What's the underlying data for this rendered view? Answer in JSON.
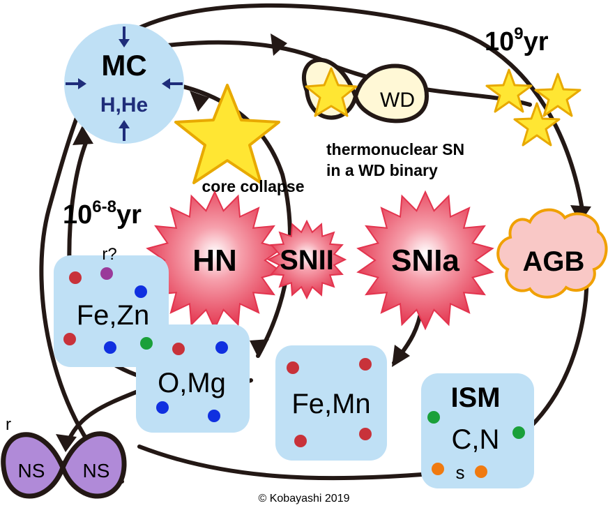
{
  "mc": {
    "title": "MC",
    "elements": "H,He"
  },
  "timescales": {
    "short_base": "10",
    "short_exp": "6-8",
    "short_unit": "yr",
    "long_base": "10",
    "long_exp": "9",
    "long_unit": "yr"
  },
  "labels": {
    "core_collapse": "core collapse",
    "thermo_line1": "thermonuclear SN",
    "thermo_line2": "in a WD binary",
    "wd": "WD"
  },
  "explosions": {
    "hn": "HN",
    "snii": "SNII",
    "snia": "SNIa",
    "agb": "AGB"
  },
  "boxes": {
    "fezn": {
      "text": "Fe,Zn",
      "note": "r?"
    },
    "omg": {
      "text": "O,Mg"
    },
    "femn": {
      "text": "Fe,Mn"
    },
    "ism": {
      "title": "ISM",
      "text": "C,N",
      "note": "s"
    }
  },
  "ns": {
    "left": "NS",
    "right": "NS",
    "note": "r"
  },
  "credit": "© Kobayashi 2019",
  "colors": {
    "box_fill": "#bfe0f5",
    "mc_fill": "#bfe0f5",
    "mc_text": "#1f2d7a",
    "star_fill": "#ffe633",
    "star_stroke": "#e8a900",
    "burst_fill": "#e3344e",
    "agb_fill": "#f9c8c6",
    "agb_stroke": "#f0a000",
    "wd_fill": "#fff8d6",
    "ns_fill": "#b08ad8",
    "dot_red": "#c8323a",
    "dot_blue": "#1030e0",
    "dot_green": "#1aa03a",
    "dot_purple": "#9a3a9a",
    "dot_orange": "#f07a10",
    "arrow": "#231815"
  }
}
